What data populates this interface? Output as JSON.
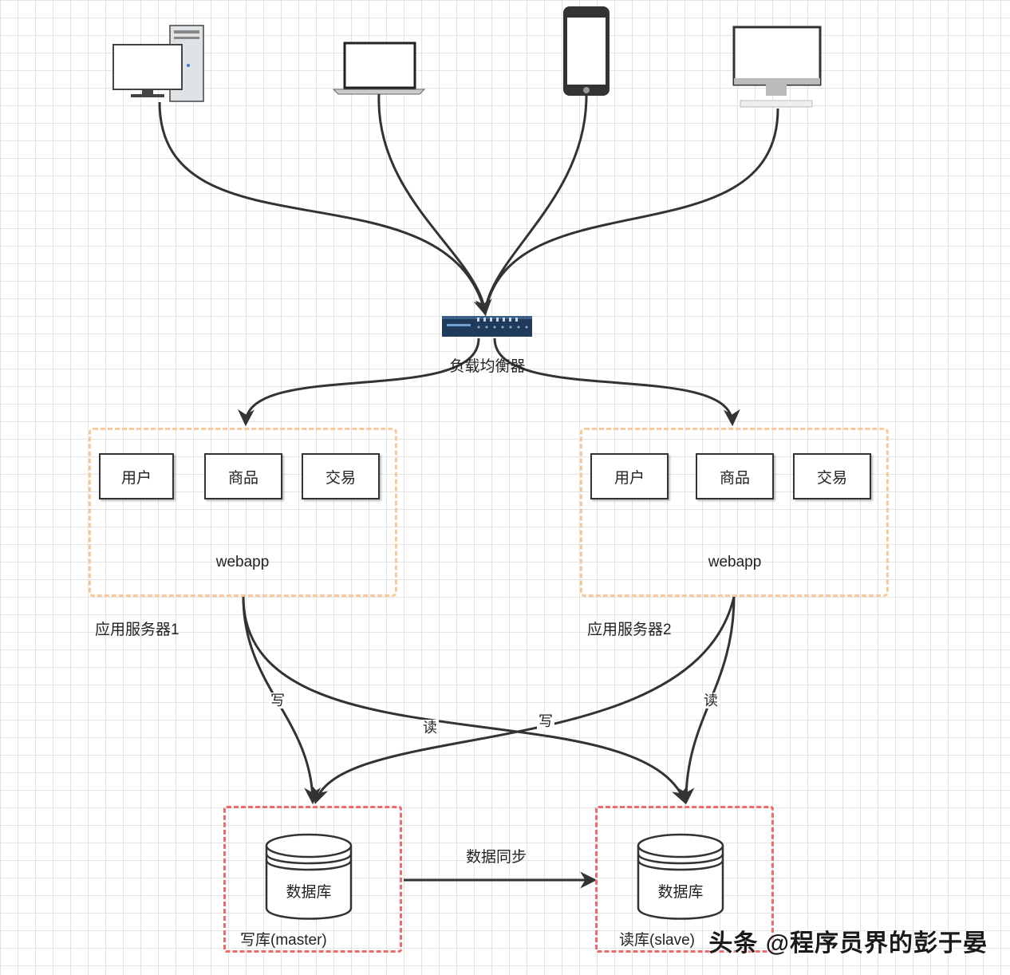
{
  "load_balancer": {
    "label": "负载均衡器"
  },
  "server1": {
    "caption": "应用服务器1",
    "app_label": "webapp",
    "modules": [
      "用户",
      "商品",
      "交易"
    ]
  },
  "server2": {
    "caption": "应用服务器2",
    "app_label": "webapp",
    "modules": [
      "用户",
      "商品",
      "交易"
    ]
  },
  "edges": {
    "write1": "写",
    "read1": "读",
    "write2": "写",
    "read2": "读",
    "sync": "数据同步"
  },
  "master_db": {
    "label": "数据库",
    "caption": "写库(master)"
  },
  "slave_db": {
    "label": "数据库",
    "caption": "读库(slave)"
  },
  "watermark": "头条 @程序员界的彭于晏",
  "colors": {
    "app_border": "#f8c99a",
    "db_border": "#ef6a6a",
    "edge": "#333333",
    "switch": "#1f3a5a"
  }
}
